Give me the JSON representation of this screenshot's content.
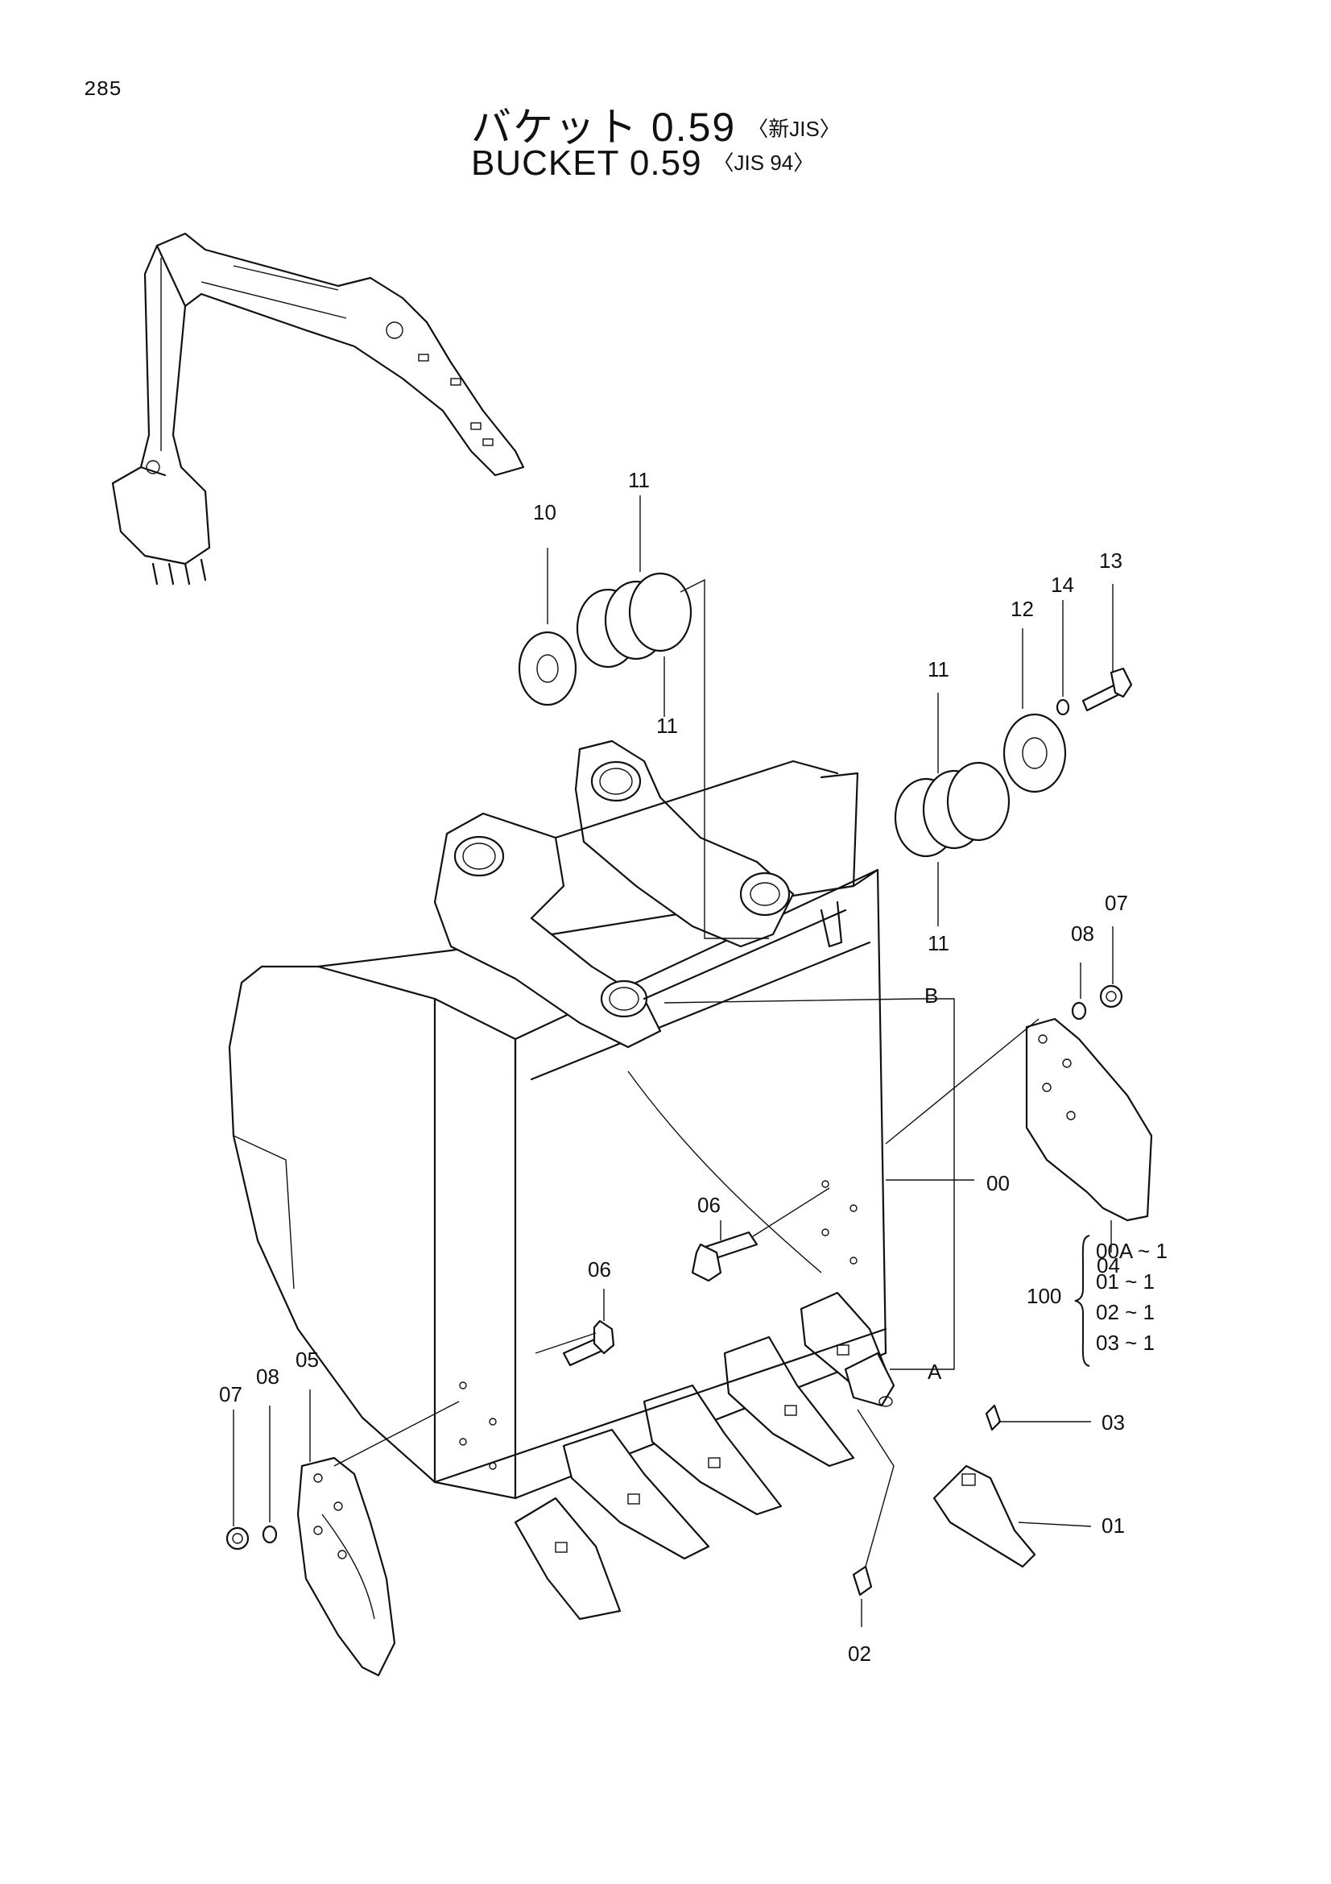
{
  "page_number": "285",
  "title": {
    "japanese": "バケット 0.59",
    "japanese_std": "〈新JIS〉",
    "english": "BUCKET 0.59",
    "english_std": "〈JIS 94〉"
  },
  "callouts": {
    "c00": "00",
    "c01": "01",
    "c02": "02",
    "c03": "03",
    "c04": "04",
    "c05": "05",
    "c06a": "06",
    "c06b": "06",
    "c07a": "07",
    "c07b": "07",
    "c08a": "08",
    "c08b": "08",
    "c10": "10",
    "c11a": "11",
    "c11b": "11",
    "c11c": "11",
    "c11d": "11",
    "c12": "12",
    "c13": "13",
    "c14": "14",
    "refA": "A",
    "refB": "B"
  },
  "kit": {
    "label": "100",
    "rows": [
      "00A ~ 1",
      "01  ~ 1",
      "02  ~ 1",
      "03  ~ 1"
    ]
  }
}
